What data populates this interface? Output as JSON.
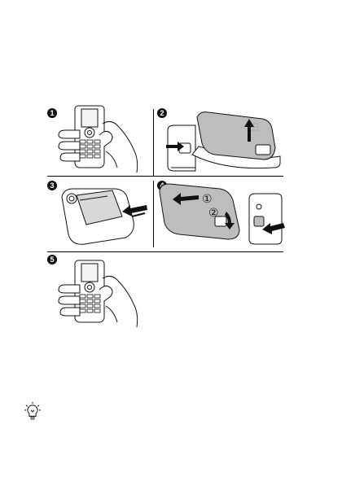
{
  "steps": [
    {
      "number": "1"
    },
    {
      "number": "2"
    },
    {
      "number": "3"
    },
    {
      "number": "4"
    },
    {
      "number": "5"
    }
  ],
  "callouts": {
    "step4_first": "①",
    "step4_second": "②"
  },
  "icons": {
    "tip": "lightbulb-tip-icon"
  }
}
